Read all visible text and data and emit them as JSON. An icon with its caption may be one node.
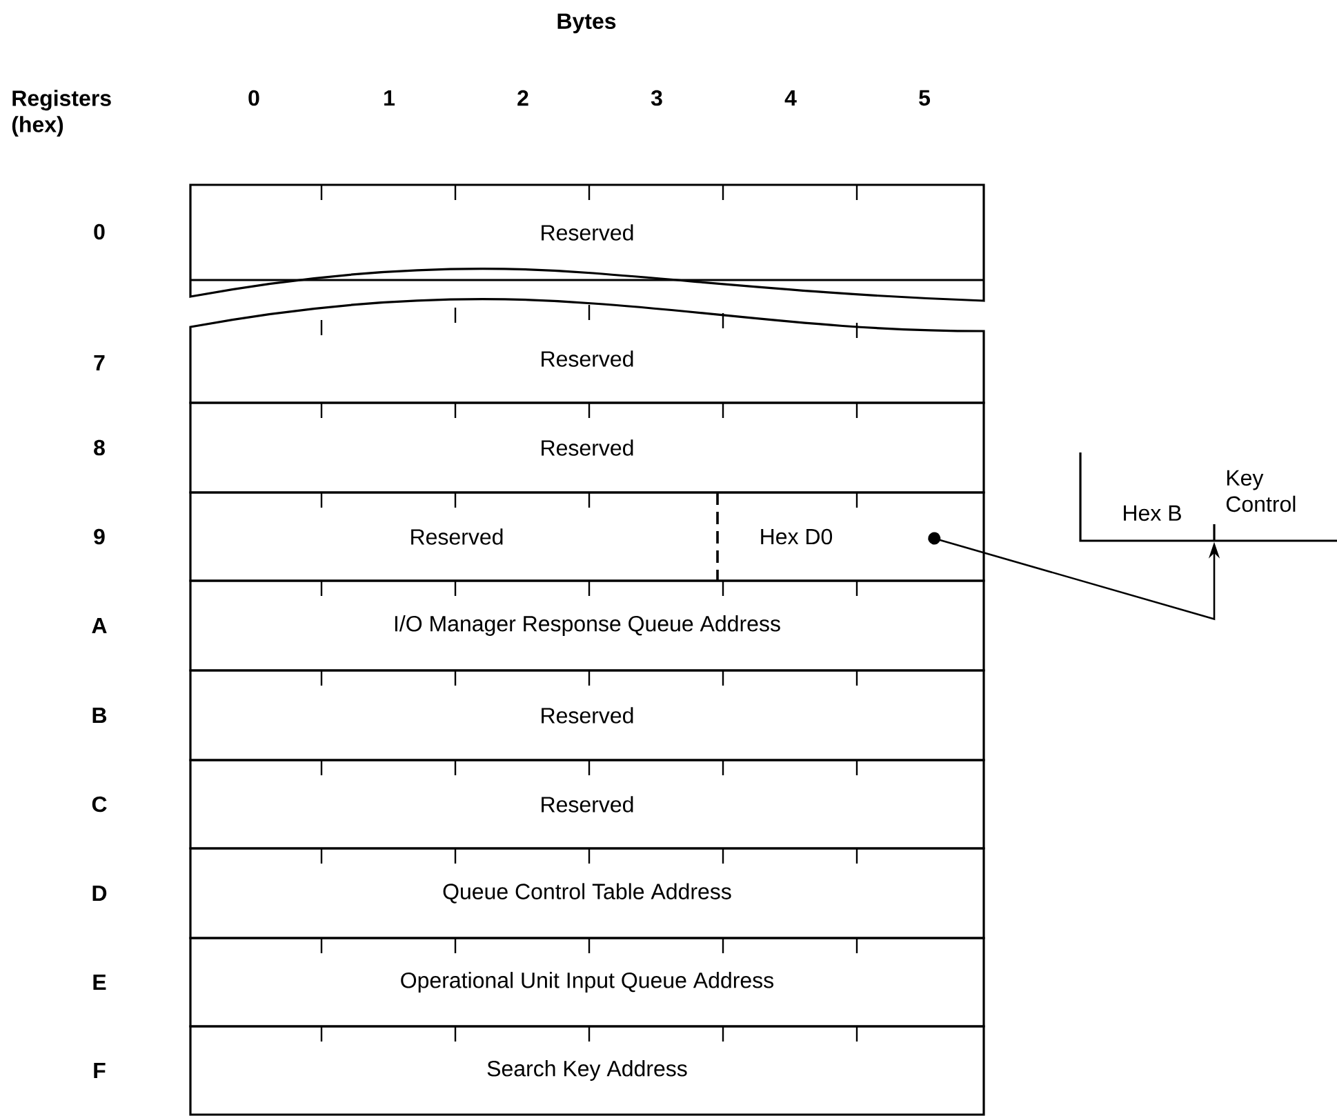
{
  "diagram": {
    "nodes": [
      {
        "text": [
          "Reserved"
        ],
        "beside": [
          "0"
        ]
      },
      {
        "text": [
          "Reserved"
        ],
        "beside": [
          "7"
        ]
      },
      {
        "text": [
          "Reserved"
        ],
        "beside": [
          "8"
        ]
      },
      {
        "text": [
          "Reserved"
        ],
        "beside": [
          "9"
        ]
      },
      {
        "text": [
          "Hex D0"
        ]
      },
      {
        "text": [
          "I/O Manager Response Queue Address"
        ],
        "beside": [
          "A"
        ]
      },
      {
        "text": [
          "Reserved"
        ],
        "beside": [
          "B"
        ]
      },
      {
        "text": [
          "Reserved"
        ],
        "beside": [
          "C"
        ]
      },
      {
        "text": [
          "Queue Control Table Address"
        ],
        "beside": [
          "D"
        ]
      },
      {
        "text": [
          "Operational Unit Input Queue Address"
        ],
        "beside": [
          "E"
        ]
      },
      {
        "text": [
          "Search Key Address"
        ],
        "beside": [
          "F"
        ]
      },
      {
        "text": [
          "Hex B",
          "Key Control"
        ]
      }
    ],
    "edges": [
      {
        "from": 4,
        "to": 11,
        "arrow": "to"
      }
    ],
    "labels": [
      "Bytes",
      "Registers (hex)",
      "0",
      "1",
      "2",
      "3",
      "4",
      "5"
    ]
  }
}
